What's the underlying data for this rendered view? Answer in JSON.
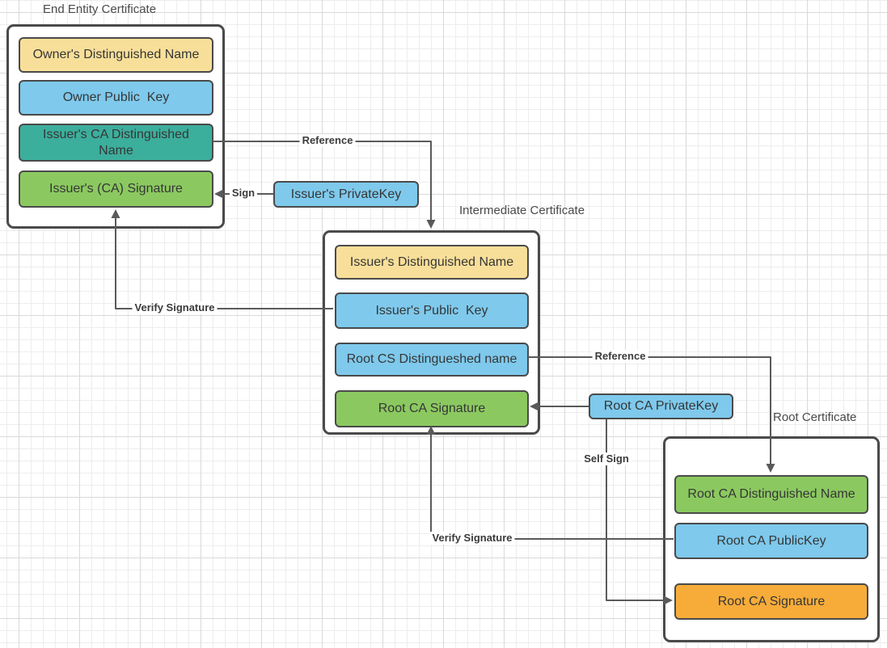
{
  "palette": {
    "yellow": "#F8DF99",
    "blue": "#7EC9EC",
    "teal": "#3CAE9C",
    "green": "#8BC960",
    "orange": "#F7AC39",
    "box_border": "#4a4a4a",
    "connector": "#5a5a5a",
    "label_text": "#3b3b3b"
  },
  "groups": [
    {
      "title": "End Entity Certificate",
      "fields": [
        {
          "label": "Owner's Distinguished Name",
          "fill": "#F8DF99"
        },
        {
          "label": "Owner Public  Key",
          "fill": "#7EC9EC"
        },
        {
          "label": "Issuer's CA Distinguished Name",
          "fill": "#3CAE9C"
        },
        {
          "label": "Issuer's (CA) Signature",
          "fill": "#8BC960"
        }
      ]
    },
    {
      "title": "Intermediate Certificate",
      "fields": [
        {
          "label": "Issuer's Distinguished Name",
          "fill": "#F8DF99"
        },
        {
          "label": "Issuer's Public  Key",
          "fill": "#7EC9EC"
        },
        {
          "label": "Root CS Distingueshed name",
          "fill": "#7EC9EC"
        },
        {
          "label": "Root CA Signature",
          "fill": "#8BC960"
        }
      ]
    },
    {
      "title": "Root Certificate",
      "fields": [
        {
          "label": "Root CA Distinguished Name",
          "fill": "#8BC960"
        },
        {
          "label": "Root CA PublicKey",
          "fill": "#7EC9EC"
        },
        {
          "label": "Root CA Signature",
          "fill": "#F7AC39"
        }
      ]
    }
  ],
  "keys": [
    {
      "label": "Issuer's PrivateKey",
      "fill": "#7EC9EC"
    },
    {
      "label": "Root CA PrivateKey",
      "fill": "#7EC9EC"
    }
  ],
  "edges": {
    "reference_end_to_intermediate": "Reference",
    "sign": "Sign",
    "verify_signature_intermediate_to_end": "Verify Signature",
    "reference_intermediate_to_root": "Reference",
    "self_sign": "Self Sign",
    "verify_signature_root_to_intermediate": "Verify Signature"
  }
}
